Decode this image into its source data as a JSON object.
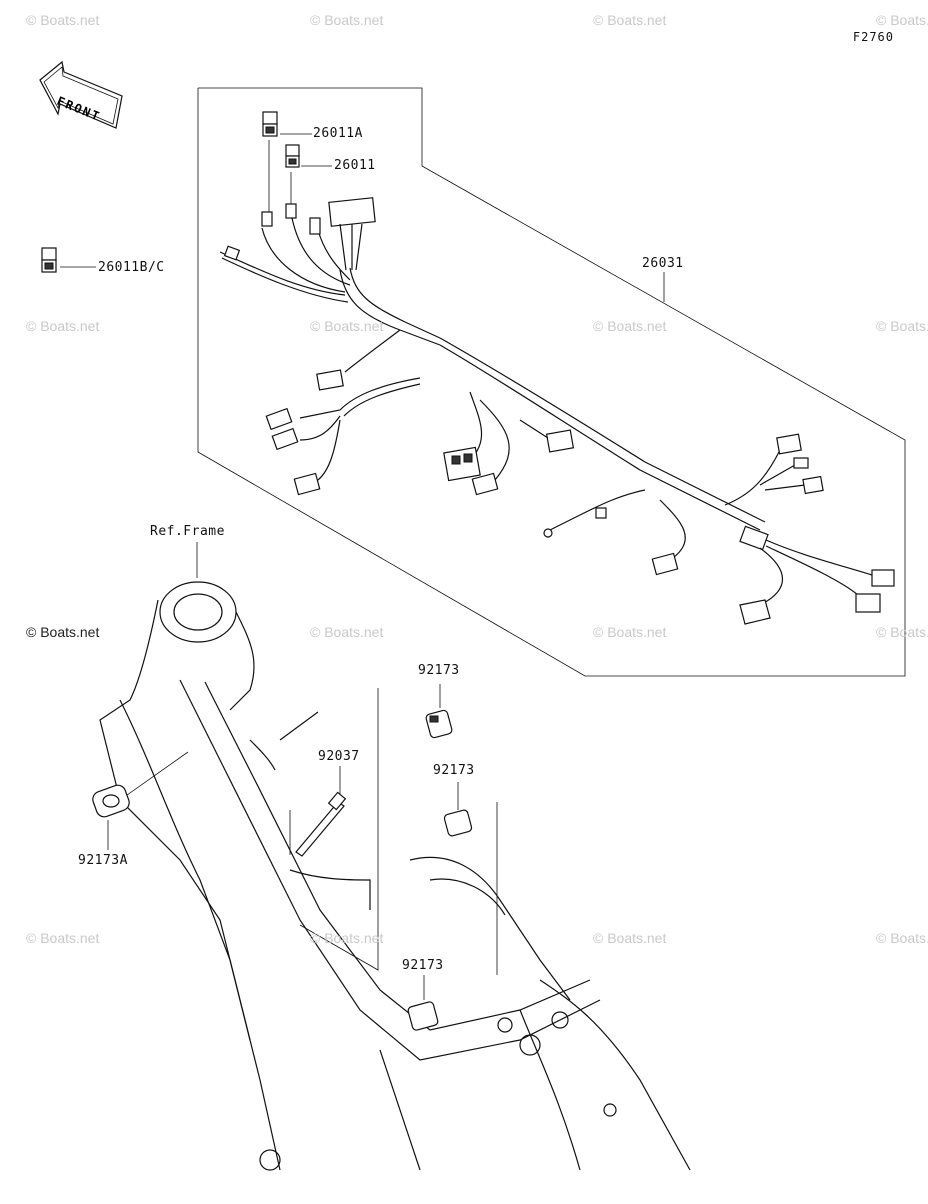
{
  "diagram_code": "F2760",
  "front_label": "FRONT",
  "ref_frame_label": "Ref.Frame",
  "watermark_text": "© Boats.net",
  "watermark_dark_text": "© Boats.net",
  "parts": [
    {
      "number": "26011A"
    },
    {
      "number": "26011"
    },
    {
      "number": "26011B/C"
    },
    {
      "number": "26031"
    },
    {
      "number": "92173"
    },
    {
      "number": "92037"
    },
    {
      "number": "92173"
    },
    {
      "number": "92173A"
    },
    {
      "number": "92173"
    }
  ],
  "colors": {
    "line": "#111111",
    "watermark": "#c9c9c9",
    "background": "#ffffff"
  }
}
